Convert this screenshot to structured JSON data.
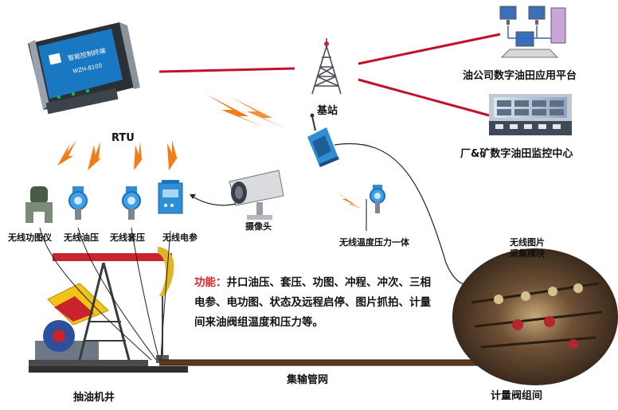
{
  "labels": {
    "rtu": "RTU",
    "rtu_brand": "智能控制终端",
    "rtu_model": "WZH-8100",
    "base_station": "基站",
    "platform": "油公司数字油田应用平台",
    "monitor_center": "厂&矿数字油田监控中心",
    "camera": "摄像头",
    "dynamometer": "无线功图仪",
    "oil_pressure": "无线油压",
    "casing_pressure": "无线套压",
    "electric": "无线电参",
    "temp_pressure": "无线温度压力一体",
    "image_module_1": "无线图片",
    "image_module_2": "采集模块",
    "pumping_unit": "抽油机井",
    "pipeline": "集输管网",
    "valve_group": "计量阀组间"
  },
  "function": {
    "heading": "功能：",
    "text": "井口油压、套压、功图、冲程、冲次、三相电参、电功图、状态及远程启停、图片抓拍、计量间来油阀组温度和压力等。"
  },
  "colors": {
    "link_red": "#c0122a",
    "signal_orange": "#f07d1a",
    "sensor_blue": "#2e8fd6",
    "rtu_blue": "#1a78c2",
    "pumpjack_red": "#c9232d",
    "pumpjack_yellow": "#f2c318",
    "pipe_brown": "#5a3a1f"
  }
}
